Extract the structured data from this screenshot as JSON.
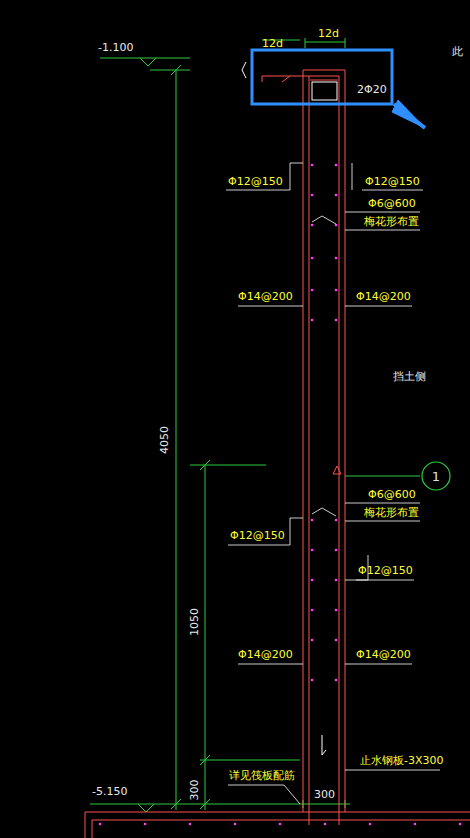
{
  "diagram": {
    "nodes": [
      {
        "text": [
          "1"
        ]
      }
    ],
    "labels": [
      "此",
      "-1.100",
      "12d",
      "12d",
      "2Φ20",
      "Φ12@150",
      "Φ12@150",
      "Φ6@600",
      "梅花形布置",
      "Φ14@200",
      "Φ14@200",
      "挡土侧",
      "4050",
      "Φ6@600",
      "梅花形布置",
      "Φ12@150",
      "Φ12@150",
      "1050",
      "Φ14@200",
      "Φ14@200",
      "止水钢板-3X300",
      "详见筏板配筋",
      "300",
      "-5.150",
      "300"
    ]
  }
}
